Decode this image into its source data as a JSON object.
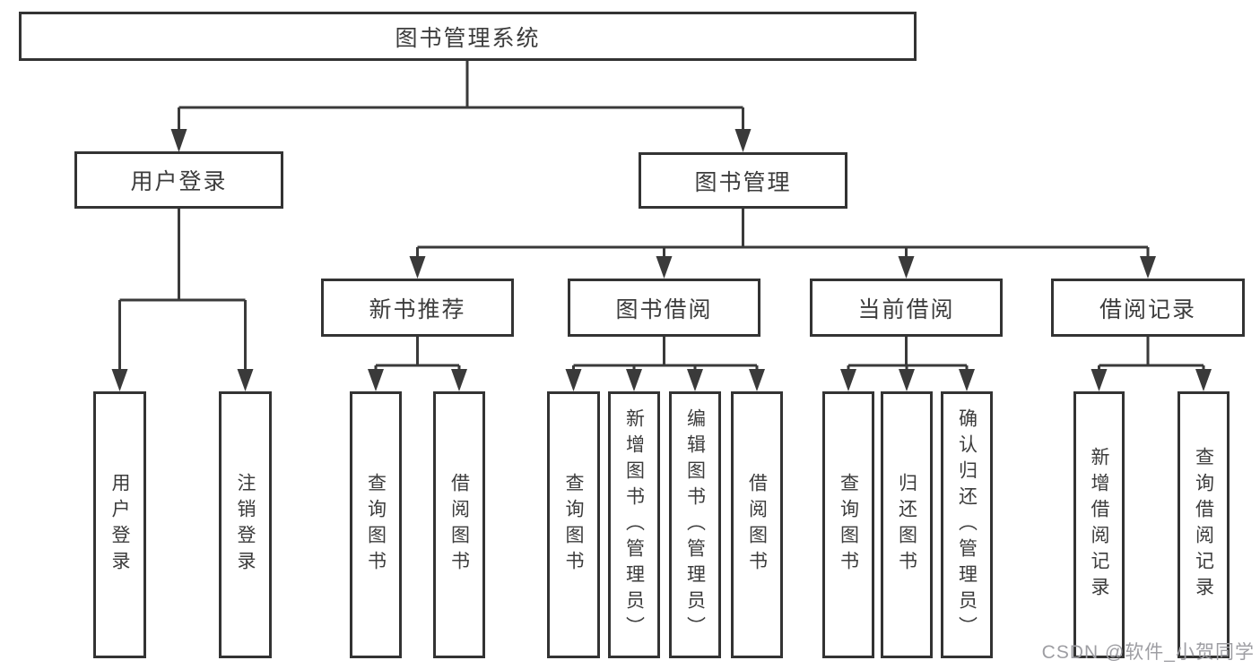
{
  "diagram": {
    "title_node": {
      "label": "图书管理系统"
    },
    "level2": [
      {
        "label": "用户登录"
      },
      {
        "label": "图书管理"
      }
    ],
    "level3": [
      {
        "label": "新书推荐",
        "parent": "图书管理"
      },
      {
        "label": "图书借阅",
        "parent": "图书管理"
      },
      {
        "label": "当前借阅",
        "parent": "图书管理"
      },
      {
        "label": "借阅记录",
        "parent": "图书管理"
      }
    ],
    "leaves": [
      {
        "label": "用户登录",
        "parent": "用户登录"
      },
      {
        "label": "注销登录",
        "parent": "用户登录"
      },
      {
        "label": "查询图书",
        "parent": "新书推荐"
      },
      {
        "label": "借阅图书",
        "parent": "新书推荐"
      },
      {
        "label": "查询图书",
        "parent": "图书借阅"
      },
      {
        "label": "新增图书（管理员）",
        "parent": "图书借阅"
      },
      {
        "label": "编辑图书（管理员）",
        "parent": "图书借阅"
      },
      {
        "label": "借阅图书",
        "parent": "图书借阅"
      },
      {
        "label": "查询图书",
        "parent": "当前借阅"
      },
      {
        "label": "归还图书",
        "parent": "当前借阅"
      },
      {
        "label": "确认归还（管理员）",
        "parent": "当前借阅"
      },
      {
        "label": "新增借阅记录",
        "parent": "借阅记录"
      },
      {
        "label": "查询借阅记录",
        "parent": "借阅记录"
      }
    ],
    "colors": {
      "line": "#3a3a3a",
      "border": "#333333",
      "text": "#3c3c3c",
      "box_fill": "#ffffff",
      "watermark": "#9e9ea3"
    }
  },
  "watermark": {
    "text": "CSDN @软件_小贺同学"
  }
}
